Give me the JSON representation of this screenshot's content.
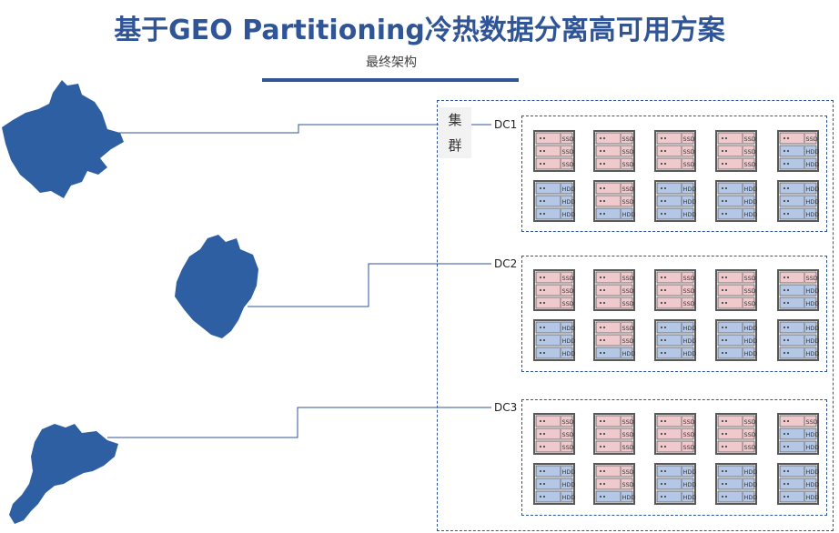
{
  "header": {
    "title": "基于GEO Partitioning冷热数据分离高可用方案",
    "subtitle": "最终架构"
  },
  "cluster": {
    "label_chars": [
      "集",
      "群"
    ]
  },
  "colors": {
    "brand_blue": "#2f5597",
    "region_fill": "#2e5fa3",
    "ssd_fill": "#f0c9cd",
    "hdd_fill": "#b4c7e7",
    "server_frame": "#595959"
  },
  "datacenters": [
    {
      "label": "DC1",
      "rows": [
        [
          "ssd-ssd-ssd",
          "ssd-ssd-ssd",
          "ssd-ssd-ssd",
          "ssd-ssd-ssd",
          "ssd-hdd-hdd"
        ],
        [
          "hdd-hdd-hdd",
          "ssd-ssd-hdd",
          "hdd-hdd-hdd",
          "hdd-hdd-hdd",
          "hdd-hdd-hdd"
        ]
      ]
    },
    {
      "label": "DC2",
      "rows": [
        [
          "ssd-ssd-ssd",
          "ssd-ssd-ssd",
          "ssd-ssd-ssd",
          "ssd-ssd-ssd",
          "ssd-hdd-hdd"
        ],
        [
          "hdd-hdd-hdd",
          "ssd-ssd-hdd",
          "hdd-hdd-hdd",
          "hdd-hdd-hdd",
          "hdd-hdd-hdd"
        ]
      ]
    },
    {
      "label": "DC3",
      "rows": [
        [
          "ssd-ssd-ssd",
          "ssd-ssd-ssd",
          "ssd-ssd-ssd",
          "ssd-ssd-ssd",
          "ssd-hdd-hdd"
        ],
        [
          "hdd-hdd-hdd",
          "ssd-ssd-hdd",
          "hdd-hdd-hdd",
          "hdd-hdd-hdd",
          "hdd-hdd-hdd"
        ]
      ]
    }
  ],
  "disk_labels": {
    "ssd": "SSD",
    "hdd": "HDD"
  },
  "regions": [
    {
      "icon": "region-map-shape-1"
    },
    {
      "icon": "region-map-shape-2"
    },
    {
      "icon": "region-map-shape-3"
    }
  ]
}
